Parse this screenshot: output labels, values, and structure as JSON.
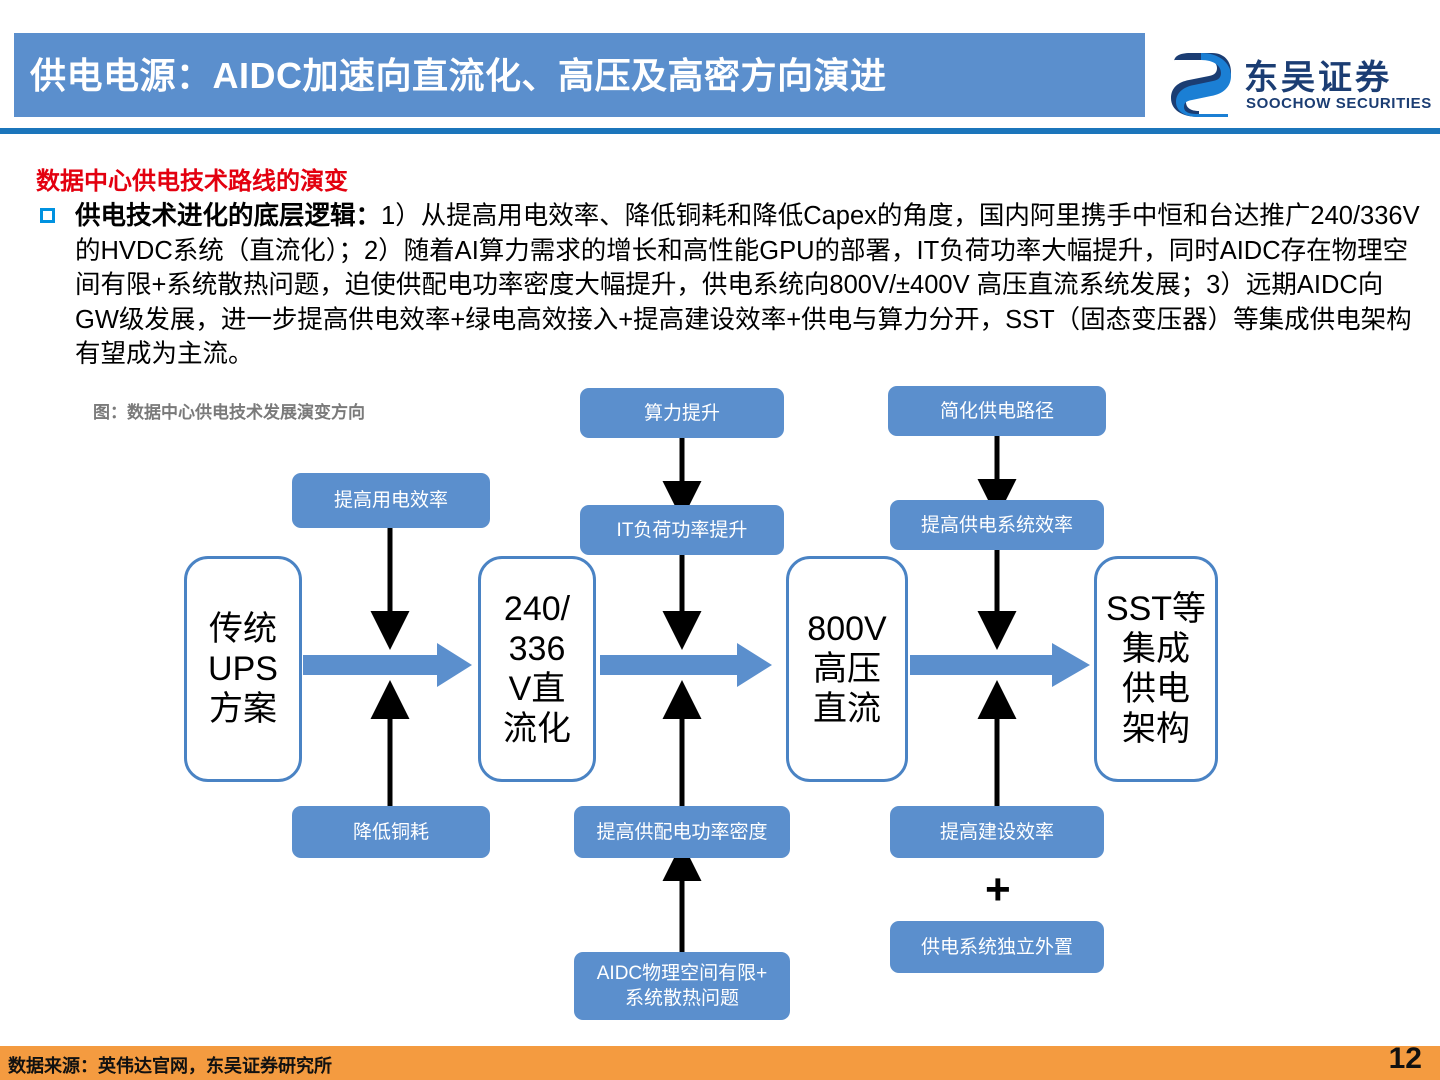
{
  "header": {
    "title": "供电电源：AIDC加速向直流化、高压及高密方向演进",
    "logo_cn": "东吴证券",
    "logo_en": "SOOCHOW SECURITIES",
    "bar_color": "#5b8fcd",
    "rule_color": "#1b75bb"
  },
  "content": {
    "section_heading": "数据中心供电技术路线的演变",
    "heading_color": "#e3000f",
    "bullet_label": "供电技术进化的底层逻辑：",
    "paragraph": "1）从提高用电效率、降低铜耗和降低Capex的角度，国内阿里携手中恒和台达推广240/336V的HVDC系统（直流化）；2）随着AI算力需求的增长和高性能GPU的部署，IT负荷功率大幅提升，同时AIDC存在物理空间有限+系统散热问题，迫使供配电功率密度大幅提升，供电系统向800V/±400V 高压直流系统发展；3）远期AIDC向GW级发展，进一步提高供电效率+绿电高效接入+提高建设效率+供电与算力分开，SST（固态变压器）等集成供电架构有望成为主流。"
  },
  "figure": {
    "caption": "图：数据中心供电技术发展演变方向",
    "box_fill": "#5b8fcd",
    "box_border": "#4a83c4",
    "stage_boxes": [
      {
        "id": "stage-1",
        "text": "传统\nUPS\n方案"
      },
      {
        "id": "stage-2",
        "text": "240/\n336\nV直\n流化"
      },
      {
        "id": "stage-3",
        "text": "800V\n高压\n直流"
      },
      {
        "id": "stage-4",
        "text": "SST等\n集成\n供电\n架构"
      }
    ],
    "driver_boxes": [
      {
        "id": "driver-efficiency",
        "text": "提高用电效率"
      },
      {
        "id": "driver-copper",
        "text": "降低铜耗"
      },
      {
        "id": "driver-compute",
        "text": "算力提升"
      },
      {
        "id": "driver-it-load",
        "text": "IT负荷功率提升"
      },
      {
        "id": "driver-power-density",
        "text": "提高供配电功率密度"
      },
      {
        "id": "driver-aidc-space",
        "text": "AIDC物理空间有限+\n系统散热问题"
      },
      {
        "id": "driver-simplify-path",
        "text": "简化供电路径"
      },
      {
        "id": "driver-system-efficiency",
        "text": "提高供电系统效率"
      },
      {
        "id": "driver-construction",
        "text": "提高建设效率"
      },
      {
        "id": "driver-external",
        "text": "供电系统独立外置"
      }
    ],
    "plus_sign": "+"
  },
  "footer": {
    "source": "数据来源：英伟达官网，东吴证券研究所",
    "page_number": "12",
    "bar_color": "#f49b40"
  }
}
